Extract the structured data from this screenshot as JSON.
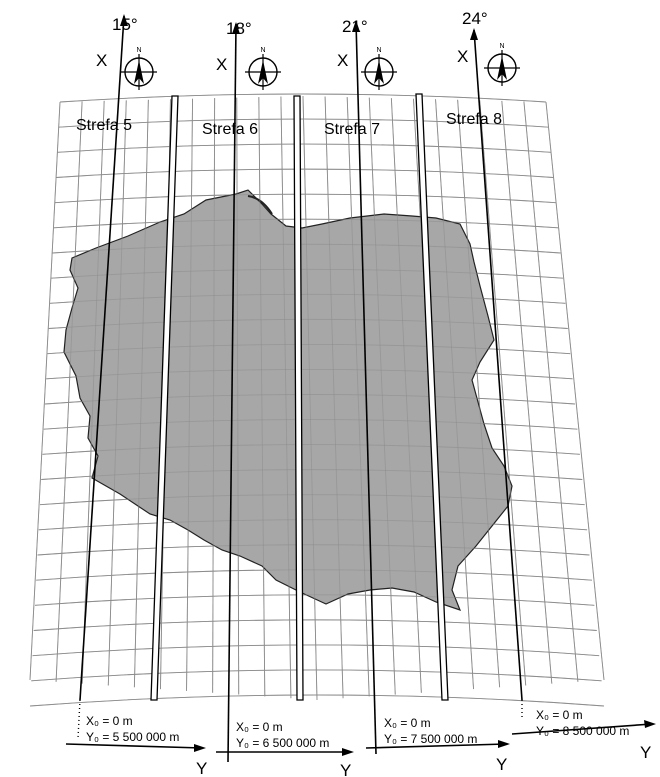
{
  "meridians": [
    {
      "degree": "15°",
      "axis_x": "X",
      "zone": "Strefa 5",
      "x0": "X₀ = 0 m",
      "y0": "Y₀ = 5 500 000 m",
      "axis_y": "Y"
    },
    {
      "degree": "18°",
      "axis_x": "X",
      "zone": "Strefa 6",
      "x0": "X₀ = 0 m",
      "y0": "Y₀ = 6 500 000 m",
      "axis_y": "Y"
    },
    {
      "degree": "21°",
      "axis_x": "X",
      "zone": "Strefa 7",
      "x0": "X₀ = 0 m",
      "y0": "Y₀ = 7 500 000 m",
      "axis_y": "Y"
    },
    {
      "degree": "24°",
      "axis_x": "X",
      "zone": "Strefa 8",
      "x0": "X₀ = 0 m",
      "y0": "Y₀ = 8 500 000 m",
      "axis_y": "Y"
    }
  ],
  "compass_letter": "N",
  "colors": {
    "country_fill": "#a7a7a7",
    "grid": "#8c8c8c",
    "axis": "#000000"
  },
  "icon": "compass-rose-icon"
}
